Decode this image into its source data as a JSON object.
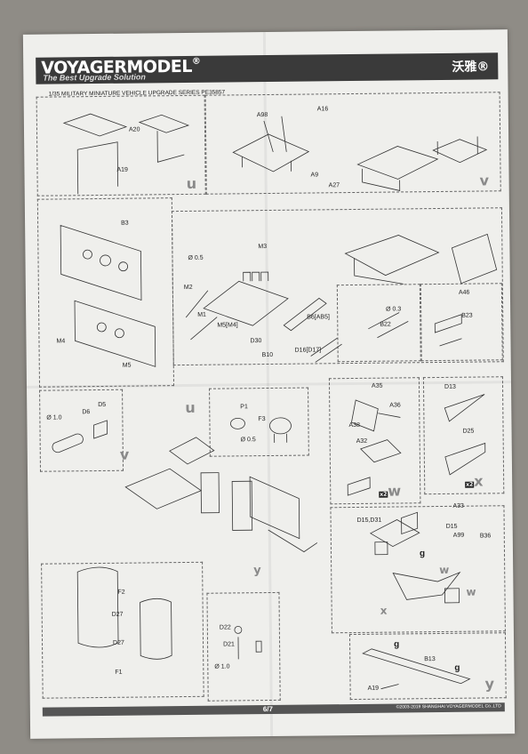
{
  "header": {
    "brand": "VOYAGERMODEL",
    "brand_mark": "®",
    "tagline": "The Best Upgrade Solution",
    "chinese_logo": "沃雅®"
  },
  "series_line": "1/35 MILITARY MINIATURE VEHICLE UPGRADE SERIES PE35857",
  "panel_letters": {
    "u": "u",
    "v": "v",
    "w": "w",
    "x": "x",
    "y": "y",
    "w_qty": "x2",
    "x_qty": "x2"
  },
  "labels": {
    "A20": "A20",
    "A19": "A19",
    "A98": "A98",
    "A16": "A16",
    "A9": "A9",
    "A27": "A27",
    "B3": "B3",
    "M4": "M4",
    "M5": "M5",
    "M3": "M3",
    "d05a": "Ø 0.5",
    "M2": "M2",
    "M1": "M1",
    "M5M4": "M5[M4]",
    "D30": "D30",
    "B6B5": "B6[AB5]",
    "B10": "B10",
    "D16D17": "D16[D17]",
    "A46": "A46",
    "d03": "Ø 0.3",
    "B22": "B22",
    "B23": "B23",
    "d10a": "Ø 1.0",
    "D6": "D6",
    "D5": "D5",
    "P1": "P1",
    "F3": "F3",
    "d05b": "Ø 0.5",
    "A35": "A35",
    "A36": "A36",
    "A38": "A38",
    "A32": "A32",
    "D13": "D13",
    "D25": "D25",
    "A33": "A33",
    "D15D31": "D15,D31",
    "D15": "D15",
    "A99": "A99",
    "B36": "B36",
    "g1": "g",
    "F2": "F2",
    "D27a": "D27",
    "D27b": "D27",
    "F1": "F1",
    "D22": "D22",
    "D21": "D21",
    "d10b": "Ø 1.0",
    "B13": "B13",
    "g2": "g",
    "g3": "g",
    "A19b": "A19"
  },
  "footer": {
    "page": "6/7",
    "copyright": "©2003-2019 SHANGHAI VOYAGERMODEL Co.,LTD"
  },
  "colors": {
    "paper": "#efefec",
    "header_bar": "#3a3a3a",
    "background": "#8f8c86"
  }
}
